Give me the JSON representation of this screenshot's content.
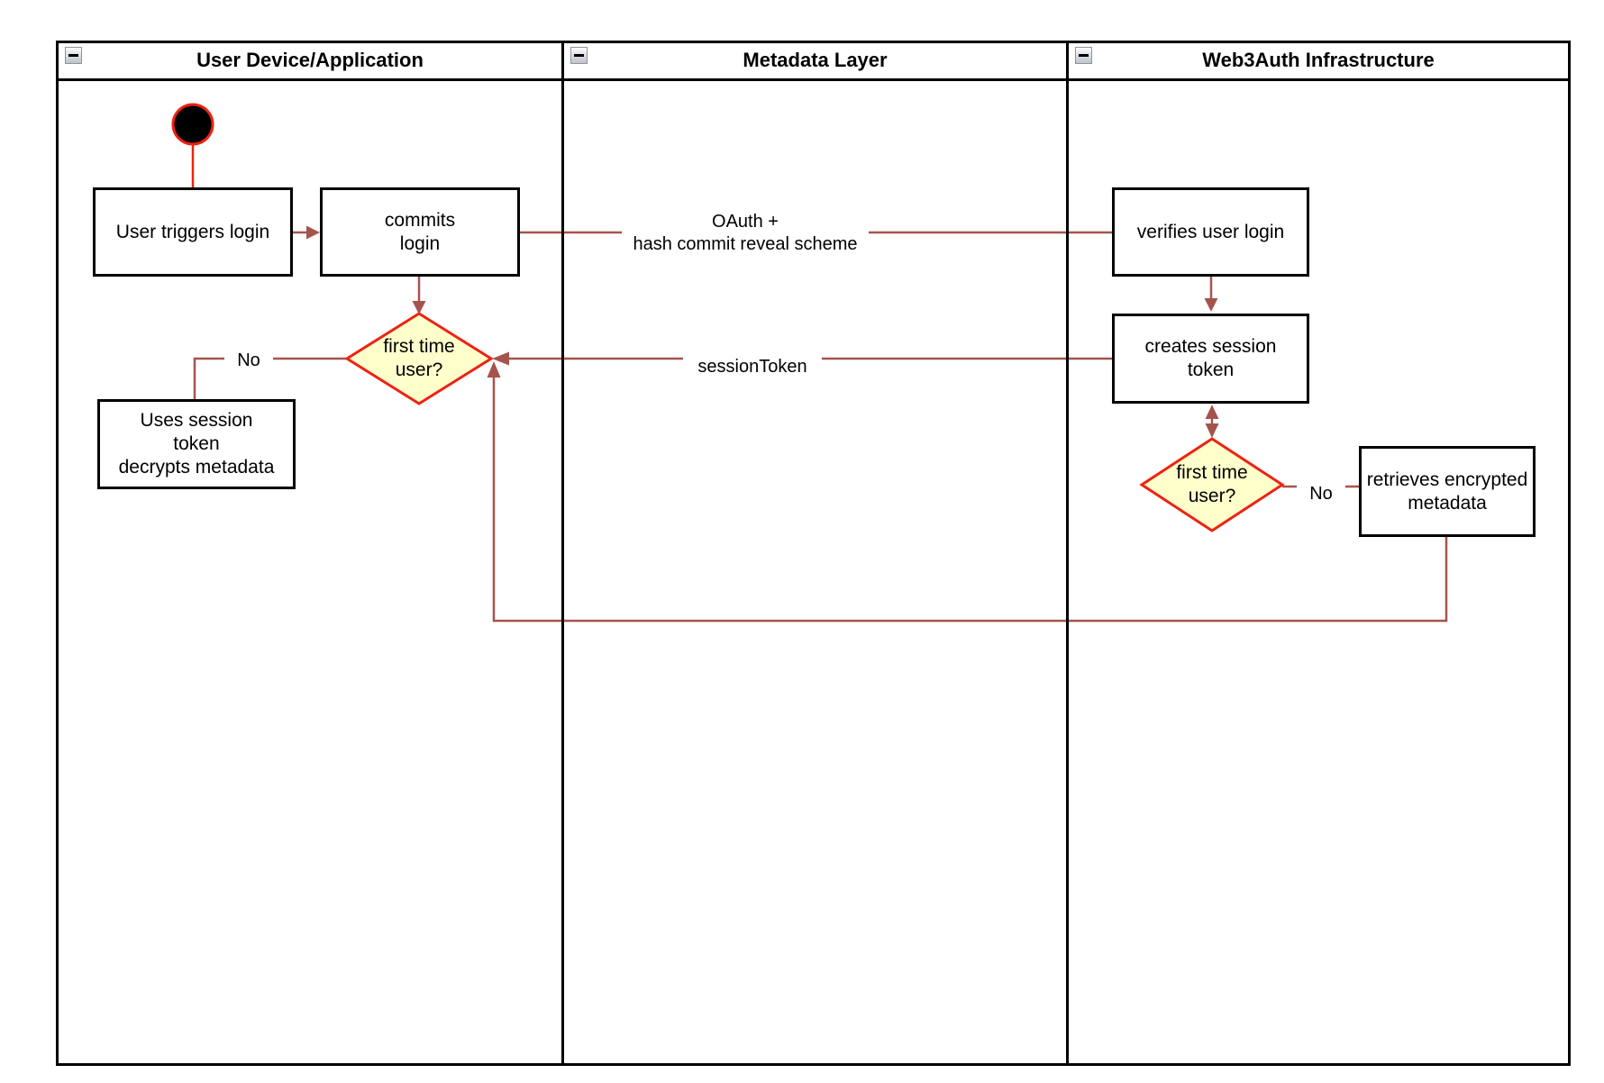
{
  "diagram": {
    "type": "swimlane-activity-diagram",
    "colors": {
      "lane_border": "#000000",
      "connector": "#a5544d",
      "highlight_red": "#ee2211",
      "decision_fill": "#ffffcc",
      "decision_border": "#ee2211",
      "start_node_fill": "#000000"
    },
    "lanes": [
      {
        "title": "User Device/Application",
        "collapse_icon": "minus-icon"
      },
      {
        "title": "Metadata Layer",
        "collapse_icon": "minus-icon"
      },
      {
        "title": "Web3Auth Infrastructure",
        "collapse_icon": "minus-icon"
      }
    ],
    "nodes": {
      "start": {
        "kind": "initial-node"
      },
      "user_triggers_login": {
        "label": "User triggers login"
      },
      "commits_login": {
        "label": "commits\nlogin"
      },
      "first_time_user_1": {
        "label": "first time\nuser?"
      },
      "uses_session_token": {
        "label": "Uses session\ntoken\ndecrypts metadata"
      },
      "verifies_user_login": {
        "label": "verifies user login"
      },
      "creates_session_token": {
        "label": "creates session\ntoken"
      },
      "first_time_user_2": {
        "label": "first time\nuser?"
      },
      "retrieves_encrypted_metadata": {
        "label": "retrieves encrypted\nmetadata"
      }
    },
    "edge_labels": {
      "oauth": "OAuth +\nhash commit reveal scheme",
      "session_token": "sessionToken",
      "no_left": "No",
      "no_right": "No"
    }
  }
}
